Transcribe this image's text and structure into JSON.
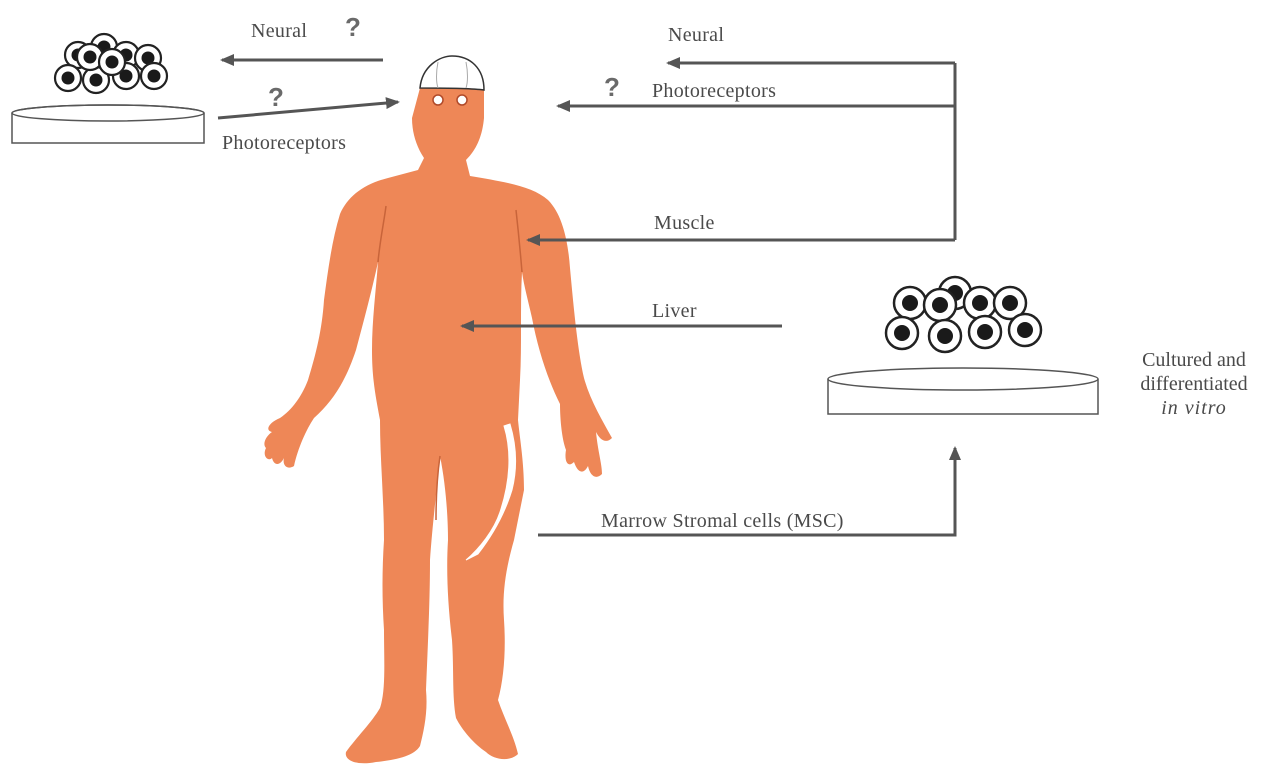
{
  "labels": {
    "neural_left": "Neural",
    "photoreceptors_left": "Photoreceptors",
    "neural_right": "Neural",
    "photoreceptors_right": "Photoreceptors",
    "muscle": "Muscle",
    "liver": "Liver",
    "msc": "Marrow Stromal cells (MSC)",
    "question_mark": "?"
  },
  "culture_note": {
    "line1": "Cultured and",
    "line2": "differentiated",
    "line3": "in vitro"
  },
  "colors": {
    "body": "#ee8757",
    "arrow": "#555555",
    "cell_outline": "#222222",
    "nucleus": "#1a1a1a"
  },
  "icons": {
    "human_figure": "human-body-silhouette",
    "dish": "petri-dish-icon",
    "cell": "cell-icon"
  }
}
